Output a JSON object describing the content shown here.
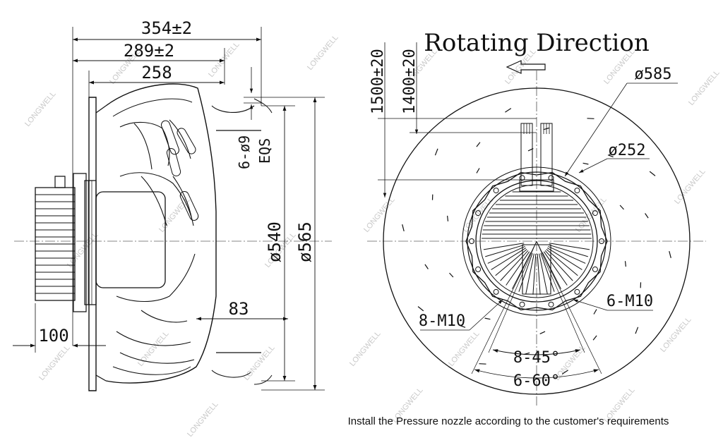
{
  "side_view": {
    "dim_overall": "354±2",
    "dim_mid": "289±2",
    "dim_inner": "258",
    "dim_holes": "6-ø9",
    "dim_holes_sub": "EQS",
    "dim_d540": "ø540",
    "dim_d565": "ø565",
    "dim_83": "83",
    "dim_100": "100"
  },
  "front_view": {
    "title": "Rotating Direction",
    "cable_1": "1500±20",
    "cable_2": "1400±20",
    "dia_outer": "ø585",
    "dia_hub": "ø252",
    "holes_left": "8-M10",
    "holes_right": "6-M10",
    "angle_inner": "8-45°",
    "angle_outer": "6-60°"
  },
  "note": "Install the Pressure nozzle according to the customer's requirements",
  "watermark": "LONGWELL",
  "colors": {
    "line": "#111111",
    "watermark": "#c9c9c9"
  }
}
